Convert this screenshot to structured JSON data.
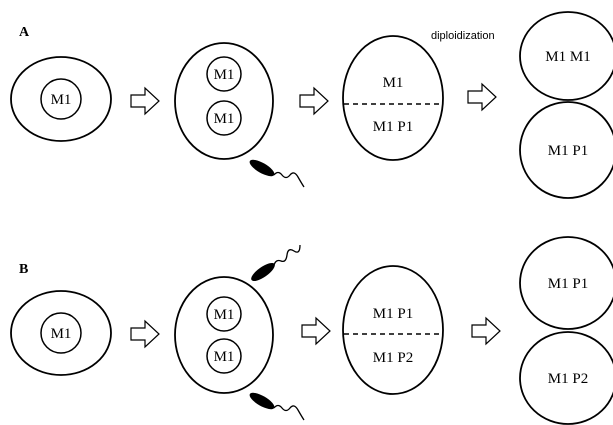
{
  "panels": {
    "a": {
      "label": "A",
      "cell1": "M1",
      "cell2_top": "M1",
      "cell2_bottom": "M1",
      "cell3_top": "M1",
      "cell3_bottom": "M1 P1",
      "step_note": "diploidization",
      "out_top": "M1 M1",
      "out_bottom": "M1 P1"
    },
    "b": {
      "label": "B",
      "cell1": "M1",
      "cell2_top": "M1",
      "cell2_bottom": "M1",
      "cell3_top": "M1 P1",
      "cell3_bottom": "M1 P2",
      "out_top": "M1 P1",
      "out_bottom": "M1 P2"
    }
  }
}
